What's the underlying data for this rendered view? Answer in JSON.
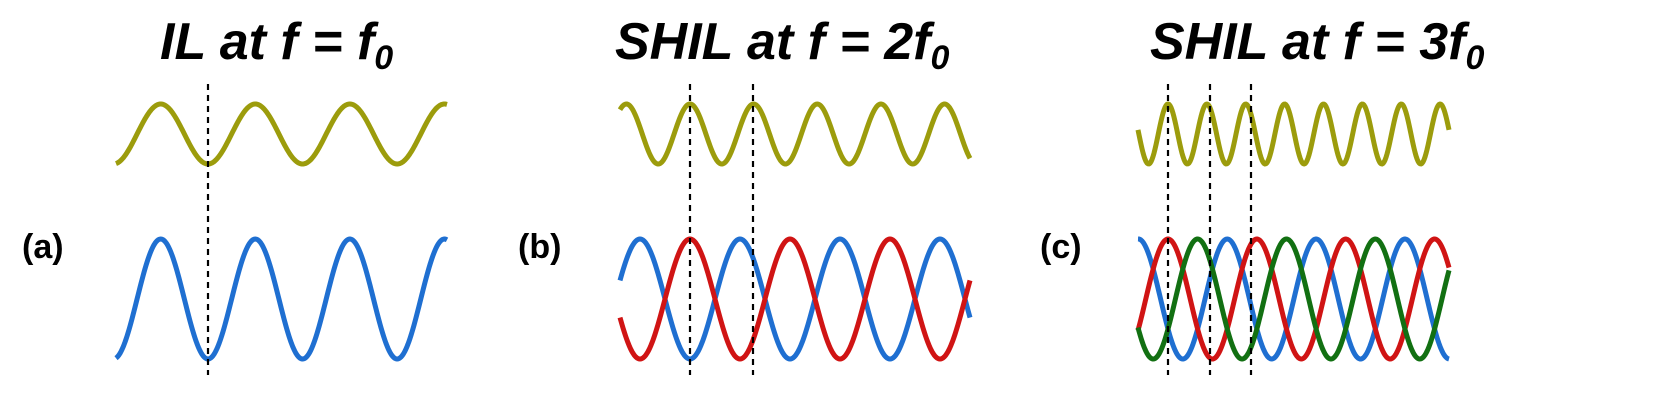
{
  "colors": {
    "injection": "#9c9c0c",
    "phase_1": "#1f6fd1",
    "phase_2": "#d01414",
    "phase_3": "#127012",
    "marker": "#000000"
  },
  "panels": [
    {
      "id": "a",
      "label": "(a)",
      "title_main": "IL at f = f",
      "title_sub": "0",
      "injection_cycles": 3.5,
      "oscillator_cycles": 3.5,
      "phases": [
        "phase_1"
      ],
      "markers": 1
    },
    {
      "id": "b",
      "label": "(b)",
      "title_main": "SHIL at f = 2f",
      "title_sub": "0",
      "injection_cycles": 5.5,
      "oscillator_cycles": 3.5,
      "phases": [
        "phase_1",
        "phase_2"
      ],
      "markers": 2
    },
    {
      "id": "c",
      "label": "(c)",
      "title_main": "SHIL at f = 3f",
      "title_sub": "0",
      "injection_cycles": 8,
      "oscillator_cycles": 3.5,
      "phases": [
        "phase_1",
        "phase_2",
        "phase_3"
      ],
      "markers": 3
    }
  ]
}
